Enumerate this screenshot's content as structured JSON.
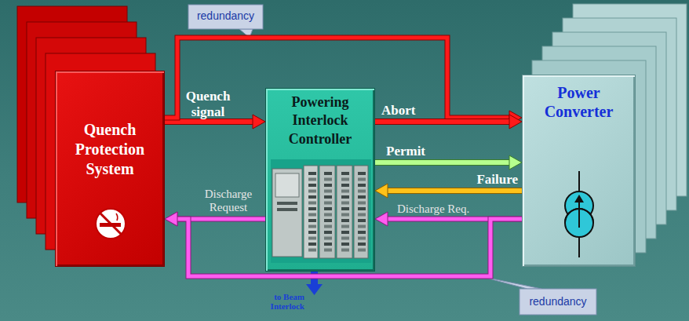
{
  "diagram": {
    "nodes": [
      {
        "text": [
          "Quench Protection System"
        ]
      },
      {
        "text": [
          "Powering Interlock Controller"
        ]
      },
      {
        "text": [
          "Power Converter"
        ]
      }
    ],
    "edges": [
      {
        "from": 0,
        "to": 1,
        "label": "Quench signal",
        "arrow": "to"
      },
      {
        "from": 0,
        "to": 2,
        "arrow": "to"
      },
      {
        "from": 1,
        "to": 2,
        "label": "Abort",
        "arrow": "to"
      },
      {
        "from": 1,
        "to": 2,
        "label": "Permit",
        "arrow": "to"
      },
      {
        "from": 2,
        "to": 1,
        "label": "Failure",
        "arrow": "to"
      },
      {
        "from": 2,
        "to": 1,
        "label": "Discharge Req.",
        "arrow": "to"
      },
      {
        "from": 1,
        "to": 0,
        "label": "Discharge Request",
        "arrow": "to"
      },
      {
        "from": 2,
        "to": 0,
        "arrow": "to"
      }
    ],
    "labels": [
      "redundancy",
      "redundancy",
      "to Beam Interlock"
    ]
  }
}
